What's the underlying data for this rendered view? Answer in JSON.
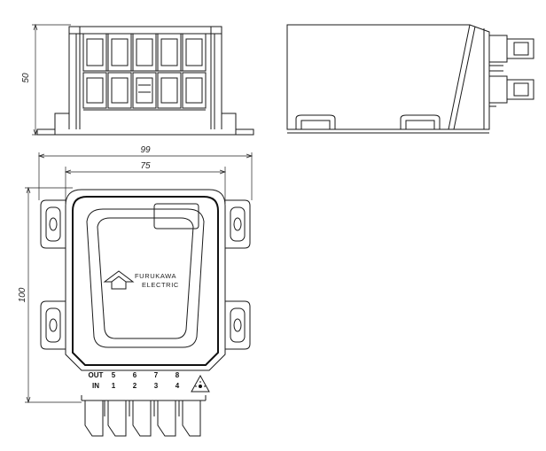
{
  "dimensions": {
    "height_front": "50",
    "overall_width": "99",
    "inner_width": "75",
    "overall_height": "100"
  },
  "brand": {
    "line1": "FURUKAWA",
    "line2": "ELECTRIC"
  },
  "port_labels": {
    "out": "OUT",
    "in": "IN",
    "out_ports": [
      "5",
      "6",
      "7",
      "8"
    ],
    "in_ports": [
      "1",
      "2",
      "3",
      "4"
    ]
  },
  "icons": {
    "logo": "furukawa-logo-icon",
    "laser_warning": "laser-warning-icon"
  }
}
